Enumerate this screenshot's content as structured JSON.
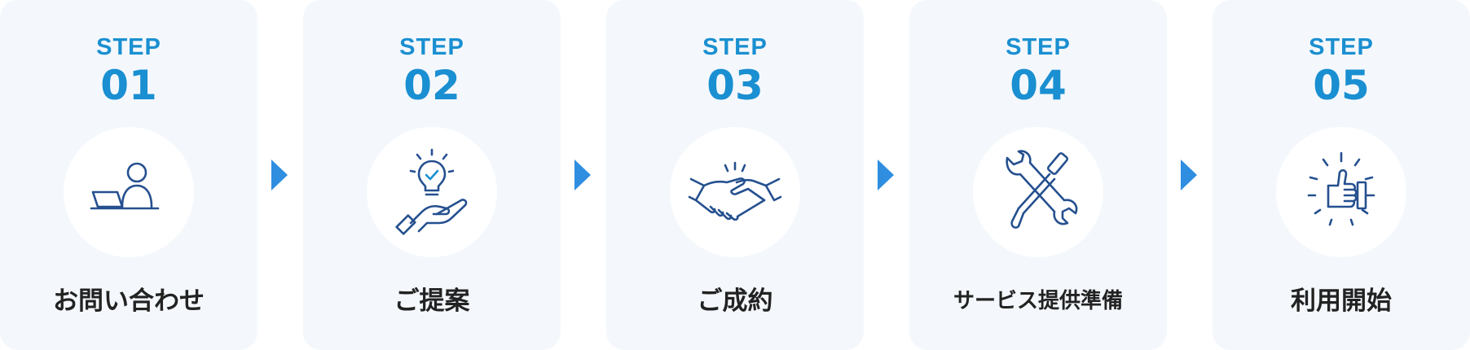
{
  "steps": [
    {
      "label": "STEP",
      "number": "01",
      "title": "お問い合わせ",
      "icon": "person-at-laptop-icon"
    },
    {
      "label": "STEP",
      "number": "02",
      "title": "ご提案",
      "icon": "hand-holding-lightbulb-icon"
    },
    {
      "label": "STEP",
      "number": "03",
      "title": "ご成約",
      "icon": "handshake-icon"
    },
    {
      "label": "STEP",
      "number": "04",
      "title": "サービス提供準備",
      "icon": "wrench-screwdriver-icon"
    },
    {
      "label": "STEP",
      "number": "05",
      "title": "利用開始",
      "icon": "thumbs-up-icon"
    }
  ],
  "colors": {
    "accent": "#1a8fd1",
    "icon_line": "#25508f",
    "arrow": "#2f8ee0",
    "card_bg": "#f4f8fc",
    "title": "#222222"
  }
}
